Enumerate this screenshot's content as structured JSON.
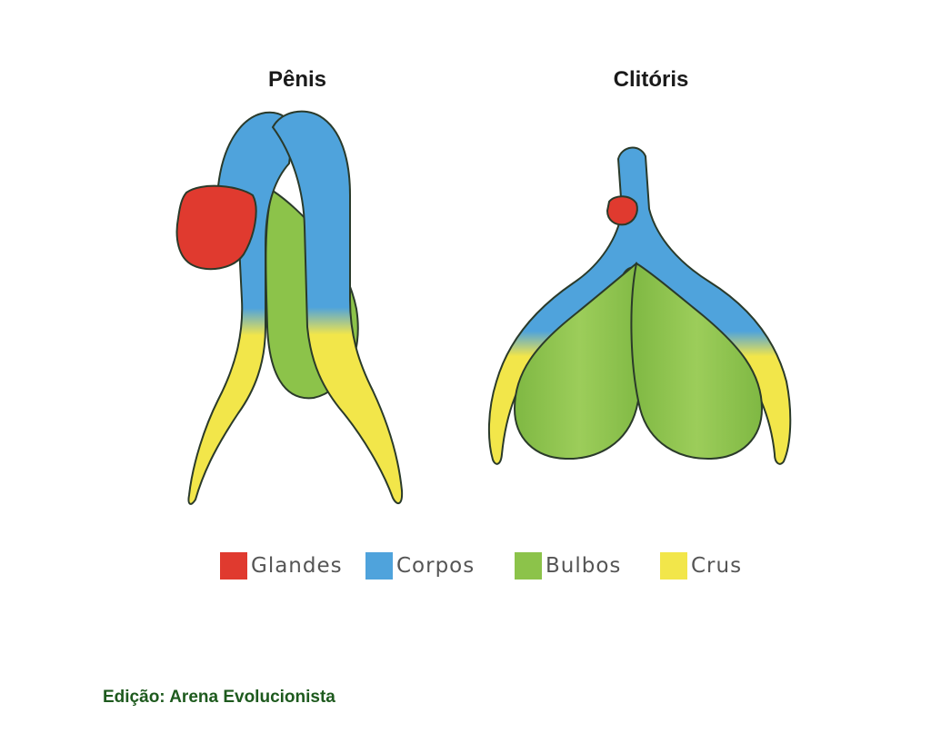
{
  "titles": {
    "penis": "Pênis",
    "clitoris": "Clitóris"
  },
  "legend": [
    {
      "label": "Glandes",
      "color": "#e03a2f"
    },
    {
      "label": "Corpos",
      "color": "#4fa3dc"
    },
    {
      "label": "Bulbos",
      "color": "#8cc34a"
    },
    {
      "label": "Crus",
      "color": "#f2e64a"
    }
  ],
  "credit": "Edição: Arena Evolucionista"
}
